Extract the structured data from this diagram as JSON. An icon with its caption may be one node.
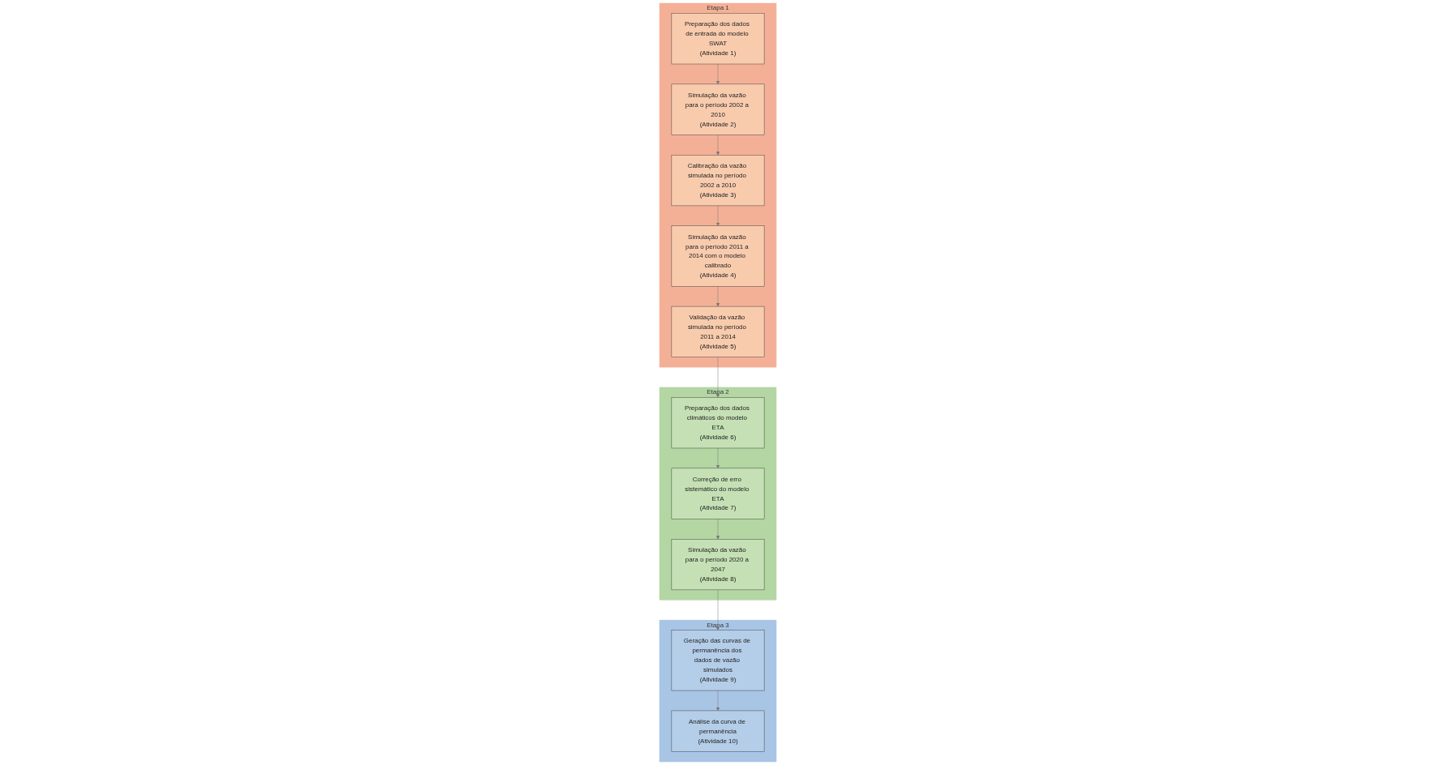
{
  "diagram": {
    "nodes": [
      {
        "text": [
          "Etapa 1"
        ]
      },
      {
        "text": [
          "Preparação dos dados de entrada do modelo SWAT",
          "(Atividade 1)"
        ],
        "in": 0
      },
      {
        "text": [
          "Simulação da vazão para o período 2002 a 2010",
          "(Atividade 2)"
        ],
        "in": 0
      },
      {
        "text": [
          "Calibração da vazão simulada no período 2002 a 2010",
          "(Atividade 3)"
        ],
        "in": 0
      },
      {
        "text": [
          "Simulação da vazão para o período 2011 a 2014 com o modelo calibrado",
          "(Atividade 4)"
        ],
        "in": 0
      },
      {
        "text": [
          "Validação da vazão simulada no período 2011 a 2014",
          "(Atividade 5)"
        ],
        "in": 0
      },
      {
        "text": [
          "Etapa 2"
        ]
      },
      {
        "text": [
          "Preparação dos dados climáticos do modelo ETA",
          "(Atividade 6)"
        ],
        "in": 6
      },
      {
        "text": [
          "Correção de erro sistemático do modelo ETA",
          "(Atividade 7)"
        ],
        "in": 6
      },
      {
        "text": [
          "Simulação da vazão para o período 2020 a 2047",
          "(Atividade 8)"
        ],
        "in": 6
      },
      {
        "text": [
          "Etapa 3"
        ]
      },
      {
        "text": [
          "Geração das curvas de permanência dos dados de vazão simulados",
          "(Atividade 9)"
        ],
        "in": 10
      },
      {
        "text": [
          "Análise da curva de permanência",
          "(Atividade 10)"
        ],
        "in": 10
      }
    ],
    "edges": [
      {
        "from": 1,
        "to": 2,
        "arrow": "to"
      },
      {
        "from": 2,
        "to": 3,
        "arrow": "to"
      },
      {
        "from": 3,
        "to": 4,
        "arrow": "to"
      },
      {
        "from": 4,
        "to": 5,
        "arrow": "to"
      },
      {
        "from": 5,
        "to": 7,
        "arrow": "to"
      },
      {
        "from": 7,
        "to": 8,
        "arrow": "to"
      },
      {
        "from": 8,
        "to": 9,
        "arrow": "to"
      },
      {
        "from": 9,
        "to": 11,
        "arrow": "to"
      },
      {
        "from": 11,
        "to": 12,
        "arrow": "to"
      }
    ]
  }
}
